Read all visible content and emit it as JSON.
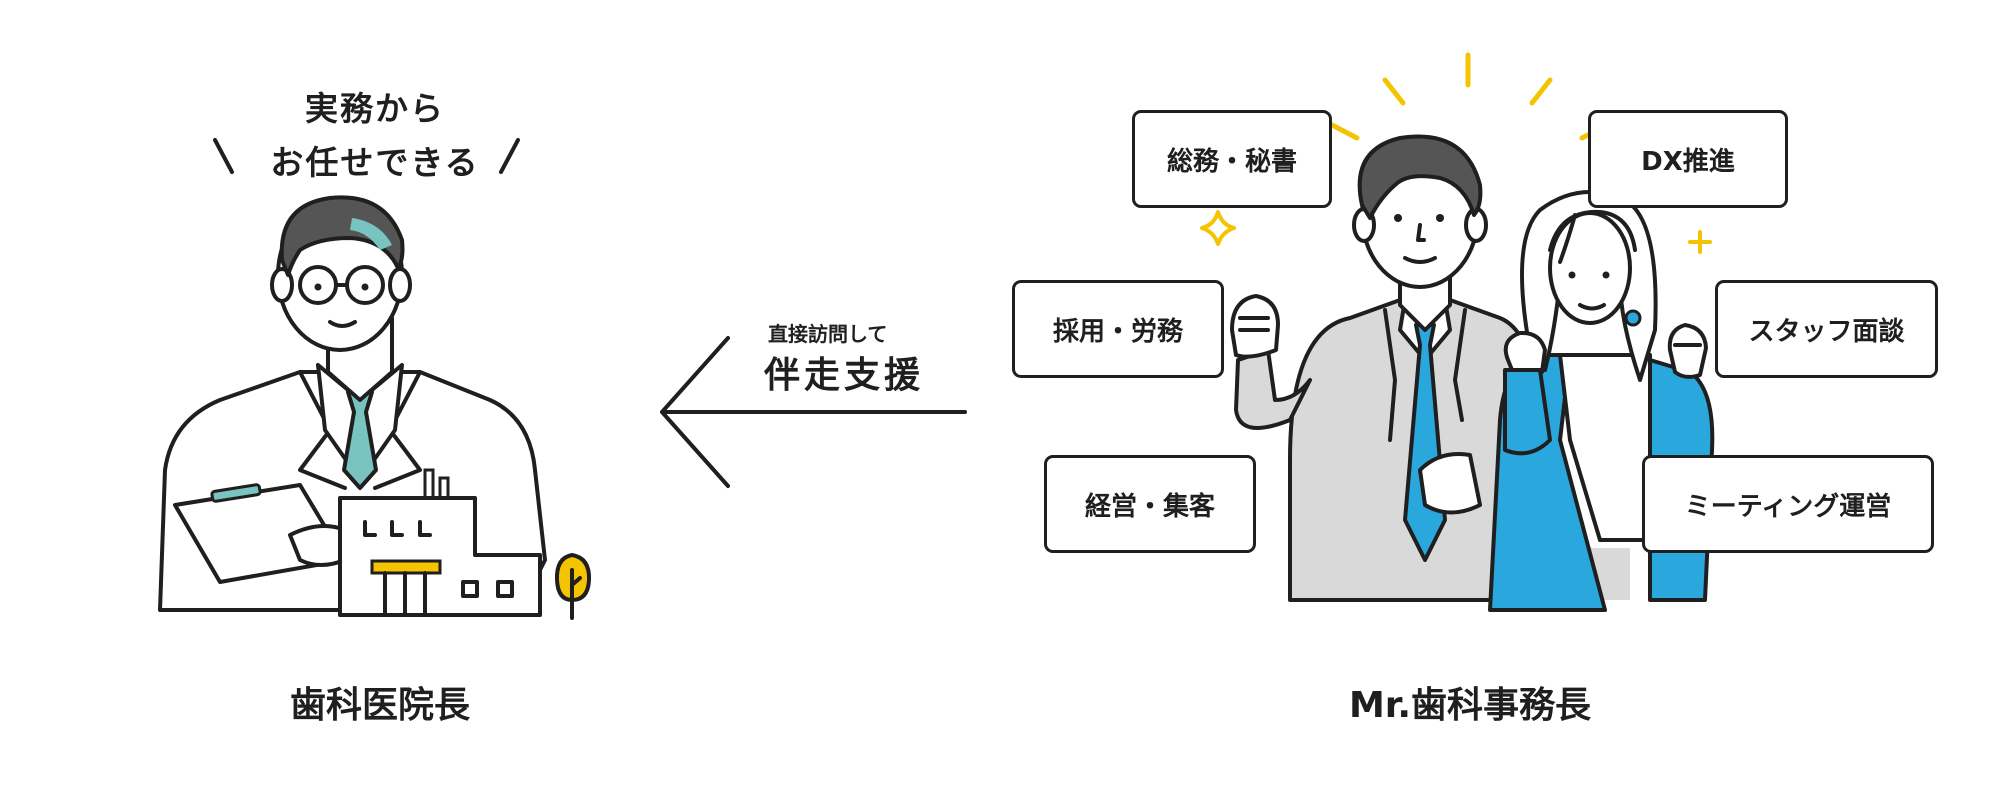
{
  "left": {
    "headline_line1": "実務から",
    "headline_line2": "お任せできる",
    "caption": "歯科医院長"
  },
  "arrow": {
    "small_text": "直接訪問して",
    "big_text": "伴走支援"
  },
  "right": {
    "caption": "Mr.歯科事務長",
    "tasks": [
      "総務・秘書",
      "DX推進",
      "採用・労務",
      "スタッフ面談",
      "経営・集客",
      "ミーティング運営"
    ]
  },
  "colors": {
    "teal": "#79c4c0",
    "blue": "#2aa7dc",
    "yellow": "#f5c400",
    "gray_suit": "#d9d9d9",
    "hair": "#555555",
    "line": "#1f1f1f"
  },
  "icons": [
    "sparkle-icon",
    "plus-icon",
    "building-icon",
    "tree-icon",
    "clipboard-icon"
  ]
}
